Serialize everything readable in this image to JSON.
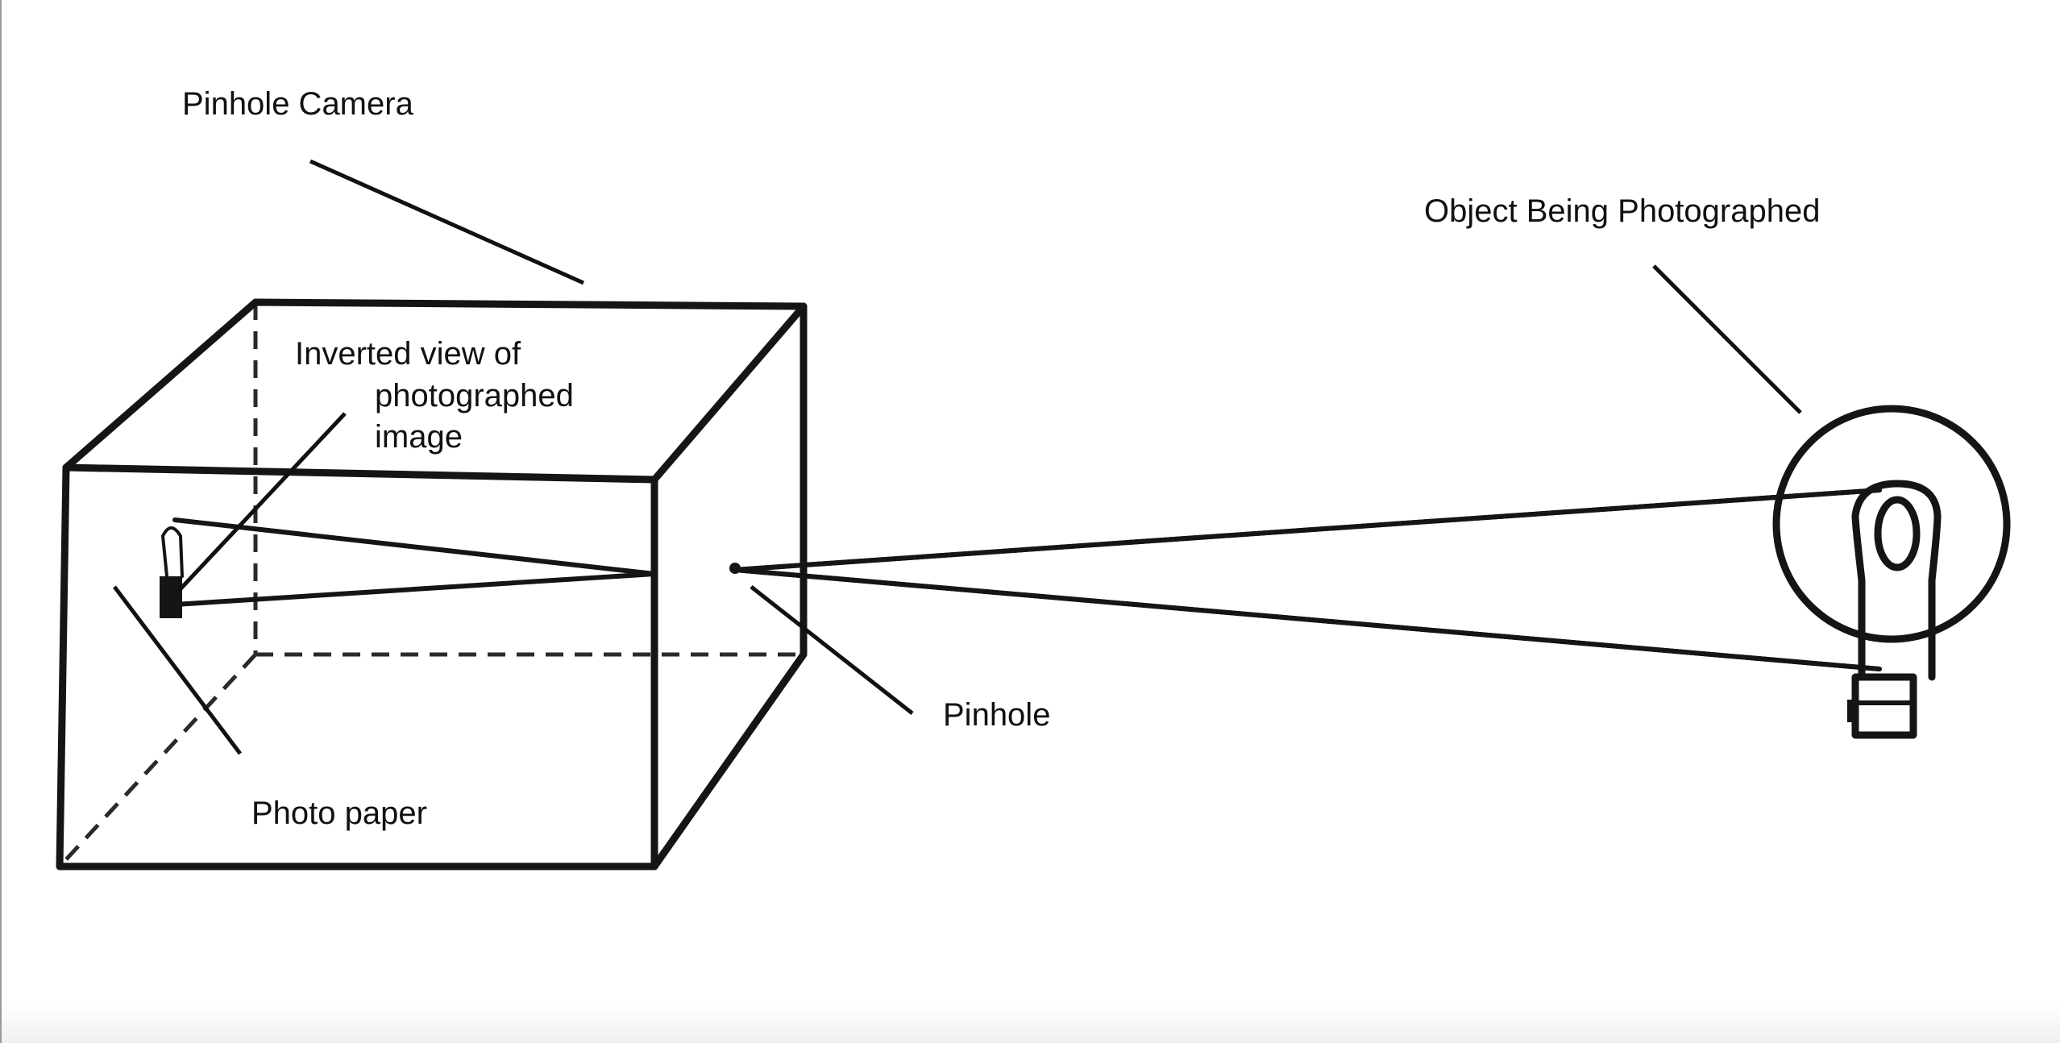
{
  "labels": {
    "camera": "Pinhole Camera",
    "object": "Object Being Photographed",
    "inverted_line1": "Inverted view of",
    "inverted_line2": "photographed",
    "inverted_line3": "image",
    "pinhole": "Pinhole",
    "paper": "Photo paper"
  },
  "colors": {
    "ink": "#151515",
    "background": "#ffffff"
  }
}
